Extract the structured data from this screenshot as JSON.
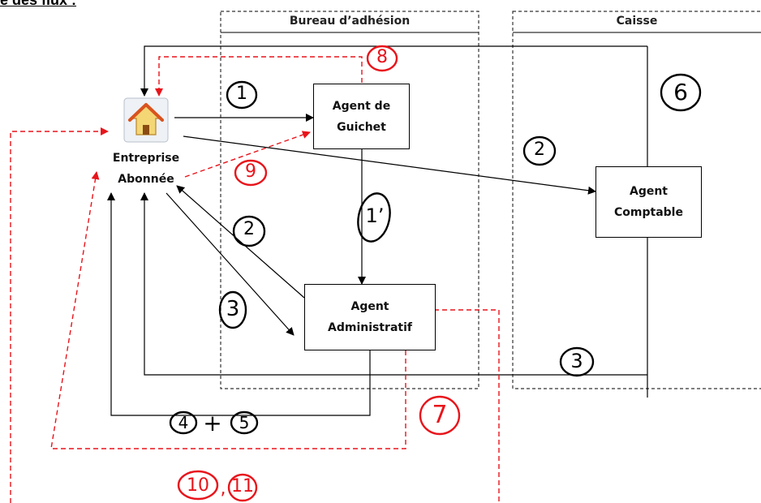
{
  "page": {
    "heading": "e des flux :"
  },
  "lanes": {
    "bureau": "Bureau d’adhésion",
    "caisse": "Caisse"
  },
  "entities": {
    "entreprise": "Entreprise\nAbonnée",
    "guichet": "Agent de\nGuichet",
    "comptable": "Agent\nComptable",
    "administratif": "Agent\nAdministratif"
  },
  "icons": {
    "entreprise": "house-icon"
  },
  "colors": {
    "flow": "#000000",
    "return_flow": "#e8141b",
    "lane_border": "#333333"
  },
  "steps": {
    "s1": "1",
    "s1p": "1’",
    "s2a": "2",
    "s2b": "2",
    "s3a": "3",
    "s3b": "3",
    "s45_a": "4",
    "s45_plus": "+",
    "s45_b": "5",
    "s6": "6",
    "s7": "7",
    "s8": "8",
    "s9": "9",
    "s10": "10",
    "s10_sep": ",",
    "s11": "11"
  }
}
